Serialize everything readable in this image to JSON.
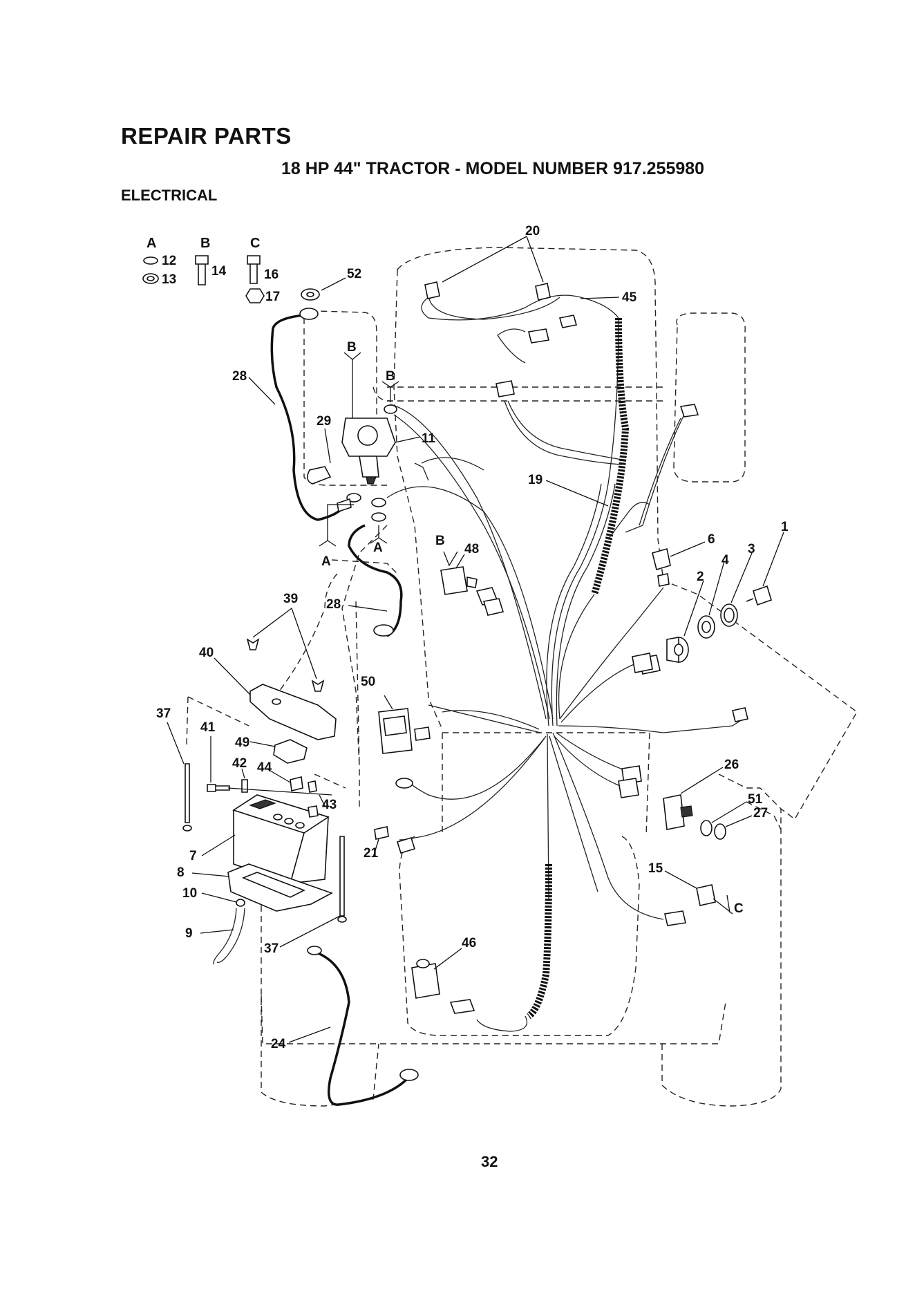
{
  "header": {
    "title": "REPAIR PARTS",
    "subtitle": "18 HP 44\" TRACTOR - MODEL NUMBER 917.255980",
    "section": "ELECTRICAL"
  },
  "hardware_key": [
    {
      "letter": "A",
      "numbers": [
        "12",
        "13"
      ]
    },
    {
      "letter": "B",
      "numbers": [
        "14"
      ]
    },
    {
      "letter": "C",
      "numbers": [
        "16",
        "17"
      ]
    }
  ],
  "callouts": {
    "n1": "1",
    "n2": "2",
    "n3": "3",
    "n4": "4",
    "n6": "6",
    "n7": "7",
    "n8": "8",
    "n9": "9",
    "n10": "10",
    "n11": "11",
    "n15": "15",
    "n19": "19",
    "n20": "20",
    "n21": "21",
    "n24": "24",
    "n26": "26",
    "n27": "27",
    "n28a": "28",
    "n28b": "28",
    "n29": "29",
    "n37a": "37",
    "n37b": "37",
    "n39": "39",
    "n40": "40",
    "n41": "41",
    "n42": "42",
    "n43": "43",
    "n44": "44",
    "n45": "45",
    "n46": "46",
    "n48": "48",
    "n49": "49",
    "n50": "50",
    "n51": "51",
    "n52": "52"
  },
  "hardware_refs": {
    "a1": "A",
    "a2": "A",
    "b1": "B",
    "b2": "B",
    "b3": "B",
    "c1": "C"
  },
  "page_number": "32"
}
